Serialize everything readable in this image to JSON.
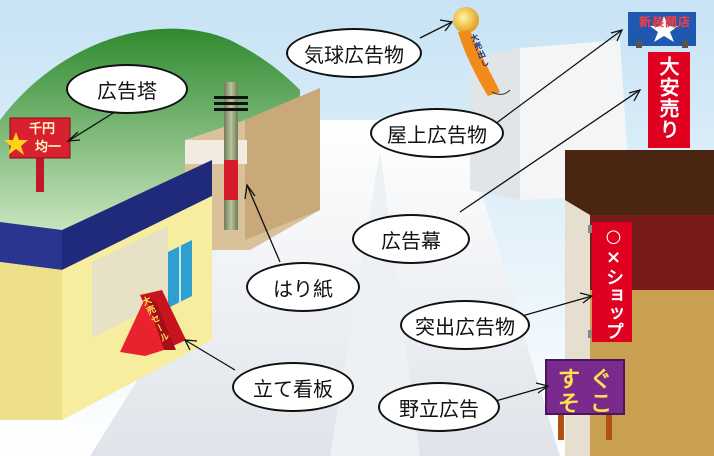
{
  "labels": {
    "kokoku_to": "広告塔",
    "kikyu": "気球広告物",
    "okujo": "屋上広告物",
    "kokoku_maku": "広告幕",
    "harigami": "はり紙",
    "tokushutsu": "突出広告物",
    "tate_kanban": "立て看板",
    "noda": "野立広告"
  },
  "signs": {
    "tower_sign": "千円均一",
    "balloon_banner": "大売出し",
    "rooftop_sign": "新装開店",
    "banner": "大安売り",
    "projecting_sign": "○×ショップ",
    "aframe_sign": "大売セール",
    "billboard_line1": "すぐ",
    "billboard_line2": "そこ"
  },
  "colors": {
    "sky_gradient_top": "#b9dcf3",
    "hill_green": "#3f9a3a",
    "road": "#e8ecef",
    "red_sign": "#e00020",
    "navy": "#1f2a7a",
    "purple_billboard": "#7a2a8c",
    "yellow_building": "#f3e89a",
    "brown_building": "#6b3a1f"
  }
}
